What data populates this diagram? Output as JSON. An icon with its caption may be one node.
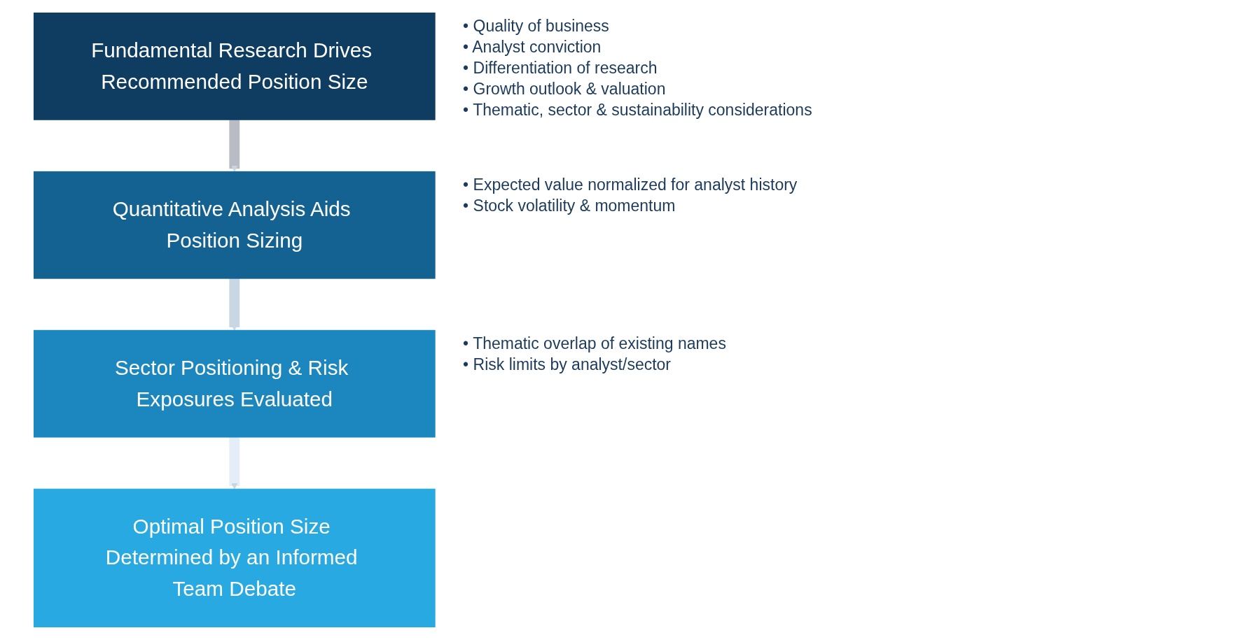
{
  "diagram": {
    "nodes": [
      {
        "text": [
          "Fundamental Research Drives Recommended Position Size"
        ],
        "beside": [
          "• Quality of business",
          "• Analyst conviction",
          "• Differentiation of research",
          "• Growth outlook & valuation",
          "• Thematic, sector & sustainability considerations"
        ]
      },
      {
        "text": [
          "Quantitative Analysis Aids Position Sizing"
        ],
        "beside": [
          "• Expected value normalized for analyst history",
          "• Stock volatility & momentum"
        ]
      },
      {
        "text": [
          "Sector Positioning & Risk Exposures Evaluated"
        ],
        "beside": [
          "• Thematic overlap of existing names",
          "• Risk limits by analyst/sector"
        ]
      },
      {
        "text": [
          "Optimal Position Size Determined by an Informed Team Debate"
        ]
      }
    ],
    "edges": [
      {
        "from": 0,
        "to": 1,
        "arrow": "to",
        "color": "#b9bcc4"
      },
      {
        "from": 1,
        "to": 2,
        "arrow": "to",
        "color": "#c9d6e4"
      },
      {
        "from": 2,
        "to": 3,
        "arrow": "to",
        "color": "#e4edf8"
      }
    ]
  }
}
